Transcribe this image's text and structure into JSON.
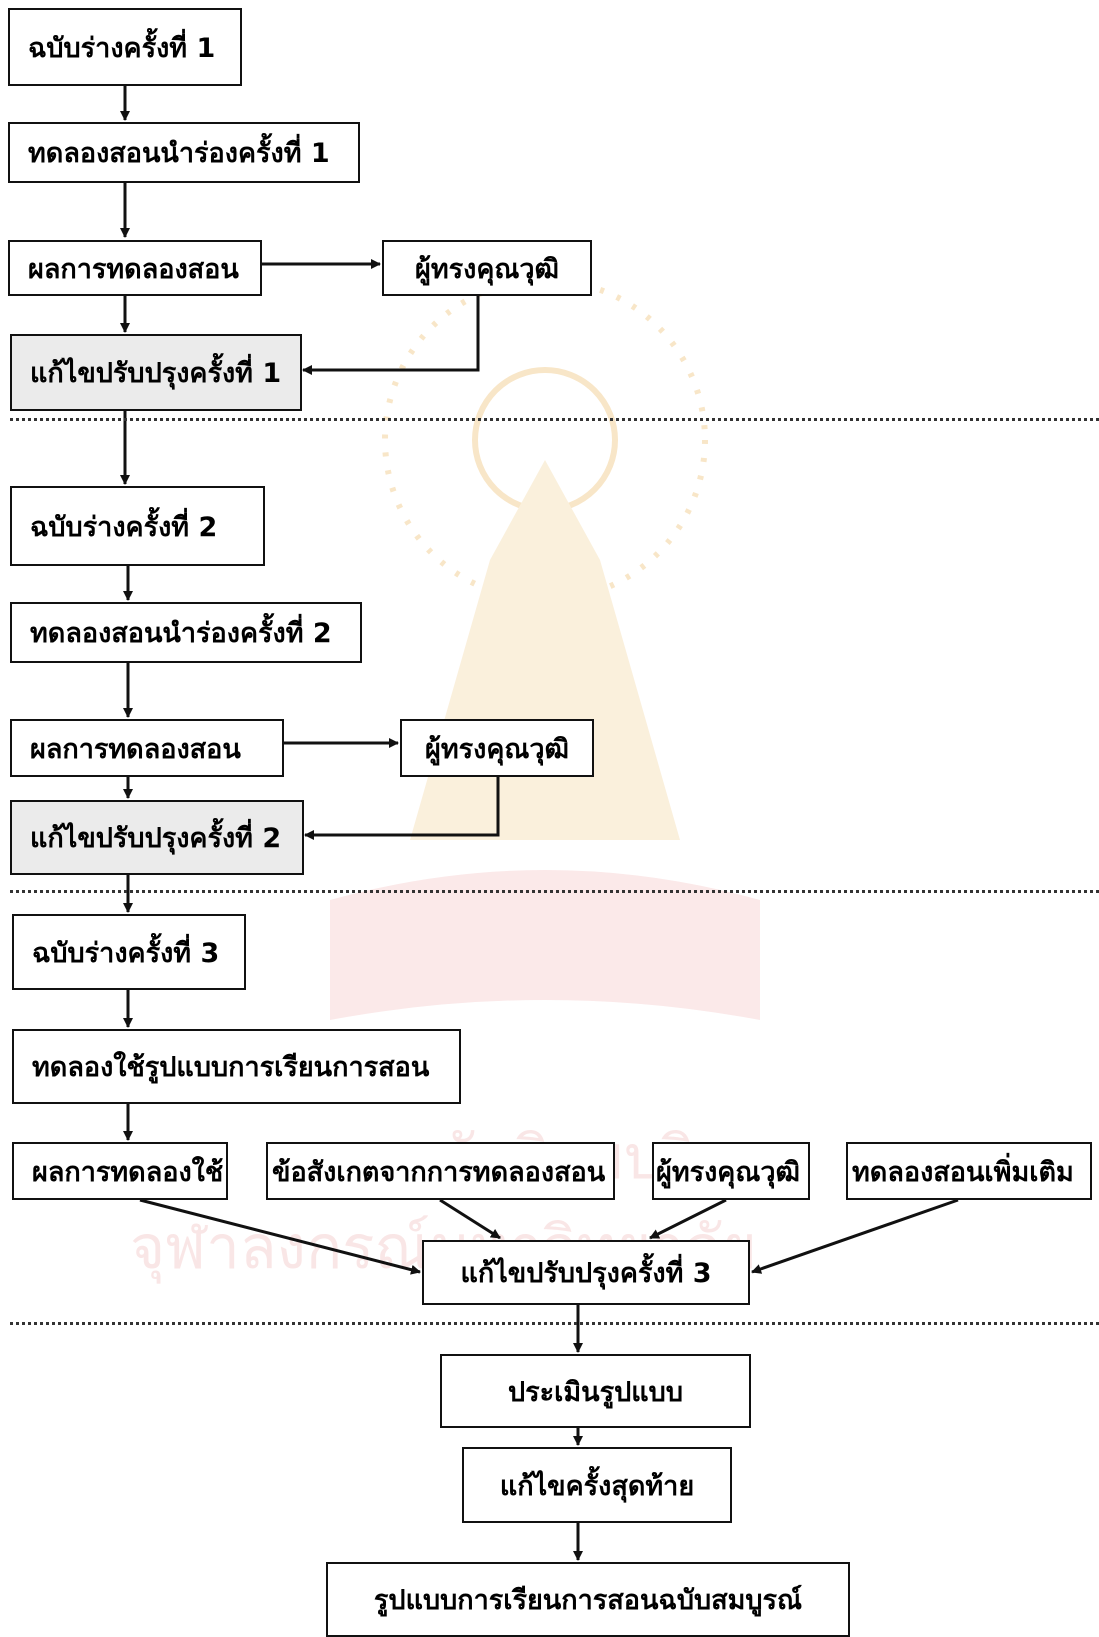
{
  "nodes": {
    "draft1": "ฉบับร่างครั้งที่ 1",
    "pilot1": "ทดลองสอนนำร่องครั้งที่ 1",
    "result1": "ผลการทดลองสอน",
    "expert1": "ผู้ทรงคุณวุฒิ",
    "revise1": "แก้ไขปรับปรุงครั้งที่ 1",
    "draft2": "ฉบับร่างครั้งที่ 2",
    "pilot2": "ทดลองสอนนำร่องครั้งที่ 2",
    "result2": "ผลการทดลองสอน",
    "expert2": "ผู้ทรงคุณวุฒิ",
    "revise2": "แก้ไขปรับปรุงครั้งที่ 2",
    "draft3": "ฉบับร่างครั้งที่ 3",
    "tryout": "ทดลองใช้รูปแบบการเรียนการสอน",
    "tryout_result": "ผลการทดลองใช้",
    "observation": "ข้อสังเกตจากการทดลองสอน",
    "expert3": "ผู้ทรงคุณวุฒิ",
    "extra_teaching": "ทดลองสอนเพิ่มเติม",
    "revise3": "แก้ไขปรับปรุงครั้งที่ 3",
    "evaluate": "ประเมินรูปแบบ",
    "final_edit": "แก้ไขครั้งสุดท้าย",
    "complete_model": "รูปแบบการเรียนการสอนฉบับสมบูรณ์"
  },
  "watermark": {
    "line1": "สถาบันวิทยบริการ",
    "line2": "จุฬาลงกรณ์มหาวิทยาลัย"
  },
  "colors": {
    "line": "#111111",
    "watermark": "#f3c9c9"
  }
}
